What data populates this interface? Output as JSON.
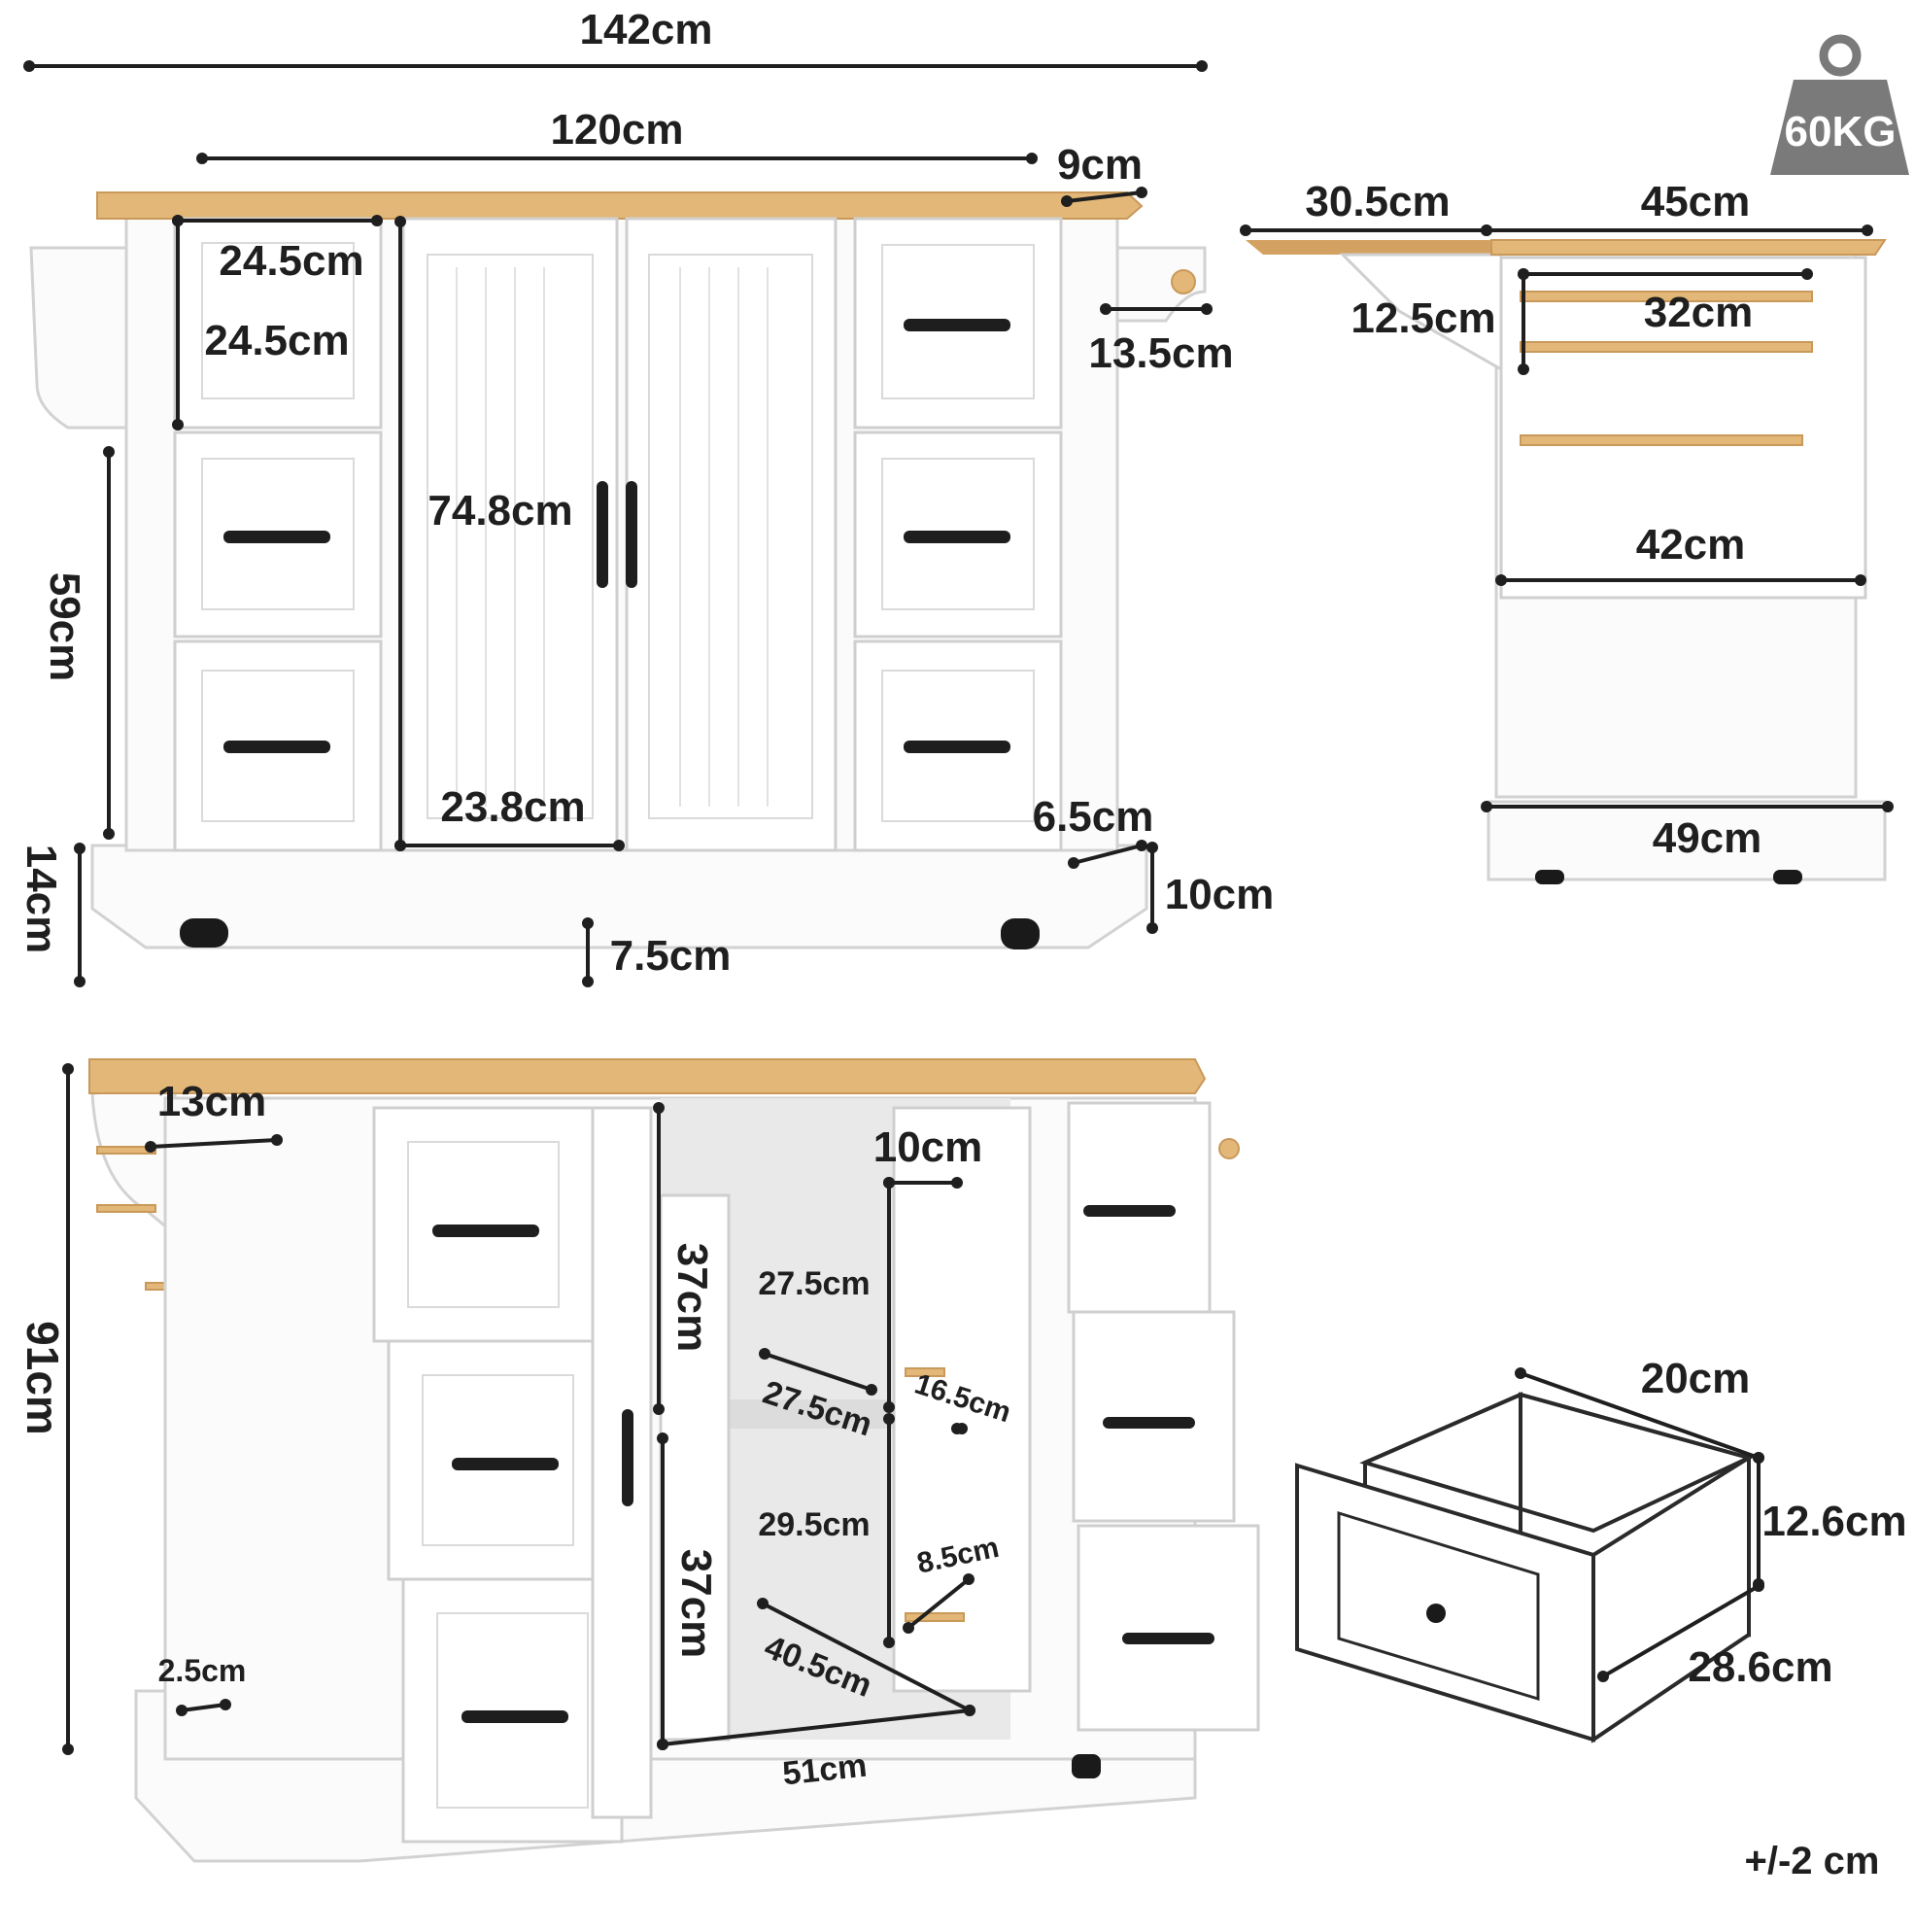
{
  "weight_badge": {
    "label": "60KG",
    "icon": "weight-icon",
    "color": "#7a7a7a"
  },
  "tolerance": "+/-2 cm",
  "colors": {
    "wood": "#e2b777",
    "body": "#fbfbfb",
    "handle": "#1e1e1e",
    "line": "#1f1f1f"
  },
  "front_view": {
    "overall_width": "142cm",
    "body_width": "120cm",
    "top_overhang": "9cm",
    "drawer_width": "24.5cm",
    "drawer_height": "24.5cm",
    "rack_depth": "13.5cm",
    "cabinet_height": "59cm",
    "door_height": "74.8cm",
    "door_width": "23.8cm",
    "corner_cut": "6.5cm",
    "base_height": "14cm",
    "plinth_height": "10cm",
    "ground_clearance": "7.5cm"
  },
  "side_view": {
    "drop_leaf": "30.5cm",
    "top_depth": "45cm",
    "bracket": "12.5cm",
    "rack_width": "32cm",
    "body_depth": "42cm",
    "base_depth": "49cm"
  },
  "open_view": {
    "total_height": "91cm",
    "rack_width": "13cm",
    "door_shelf_width": "10cm",
    "upper_height": "37cm",
    "lower_height": "37cm",
    "shelf_width": "27.5cm",
    "shelf_depth": "27.5cm",
    "door_shelf_depth": "16.5cm",
    "lower_width": "29.5cm",
    "door_shelf_lip": "8.5cm",
    "lower_depth": "40.5cm",
    "interior_width": "51cm",
    "base_lip": "2.5cm"
  },
  "drawer_view": {
    "width": "20cm",
    "height": "12.6cm",
    "depth": "28.6cm"
  }
}
